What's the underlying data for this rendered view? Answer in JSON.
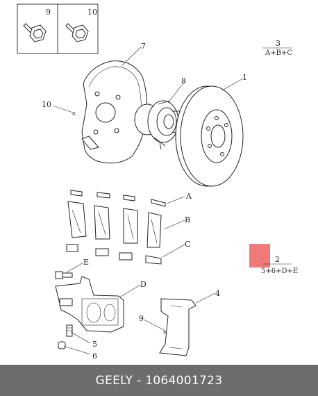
{
  "highlight_color": "#f07a7a",
  "footer": {
    "text": "GEELY - 1064001723"
  },
  "callouts": {
    "c1": "1",
    "c2": "2",
    "c2_sub": "5+6+D+E",
    "c3": "3",
    "c3_sub": "A+B+C",
    "c4": "4",
    "c5": "5",
    "c6": "6",
    "c7": "7",
    "c8": "8",
    "c9_box": "9",
    "c9": "9",
    "c10_box": "10",
    "c10": "10",
    "cA": "A",
    "cB": "B",
    "cC": "C",
    "cD": "D",
    "cE": "E"
  }
}
